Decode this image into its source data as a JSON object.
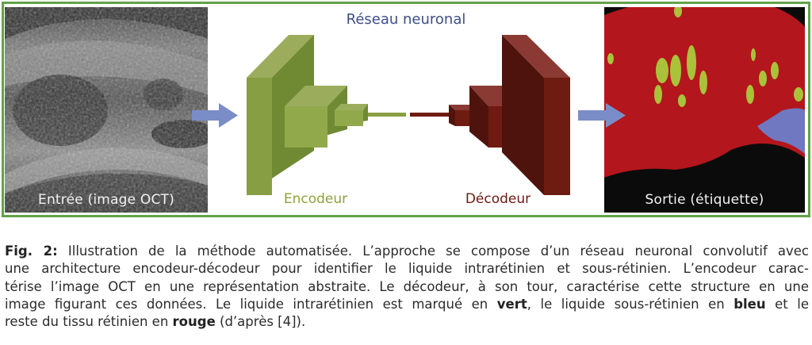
{
  "figure": {
    "title": "Réseau neuronal",
    "input_label": "Entrée (image OCT)",
    "encoder_label": "Encodeur",
    "decoder_label": "Décodeur",
    "output_label": "Sortie (étiquette)"
  },
  "colors": {
    "frame": "#62a24a",
    "encoder": "#8a9f44",
    "decoder": "#6e1b12",
    "arrow": "#7b8dc8",
    "title": "#3e4f86",
    "retina_red": "#b3161c",
    "intraretinal_green": "#a9c23a",
    "subretinal_blue": "#6f78c0",
    "background_black": "#0b0b0b"
  },
  "caption": {
    "fig_ref": "Fig. 2:",
    "lines": [
      " Illustration de la méthode automatisée. L’approche se compose d’un réseau neuronal convolutif avec",
      "une architecture encodeur-décodeur pour identifier le liquide intrarétinien et sous-rétinien. L’encodeur carac-",
      "térise l’image OCT en une représentation abstraite. Le décodeur, à son tour, caractérise cette structure en une",
      "image figurant ces données. Le liquide intrarétinien est marqué en ",
      "reste du tissu rétinien en "
    ],
    "line4_bold_1": "vert",
    "line4_mid": ", le liquide sous-rétinien en ",
    "line4_bold_2": "bleu",
    "line4_end": " et le",
    "line5_bold": "rouge",
    "line5_end": " (d’après [4])."
  }
}
